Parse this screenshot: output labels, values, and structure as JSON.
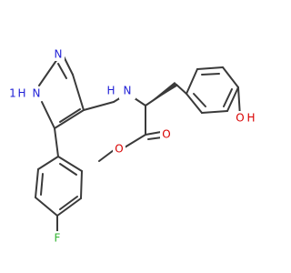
{
  "diagram": {
    "type": "chemical-structure",
    "colors": {
      "bond": "#3a3a3a",
      "nitrogen": "#1f1fd6",
      "oxygen": "#d90000",
      "fluorine": "#33b533",
      "hydrogen_on_hetero": "#1f1fd6"
    },
    "labels": {
      "pyrazole_n_top": "N",
      "pyrazole_nh": "N",
      "pyrazole_nh_h": "H",
      "pyrazole_nh_num": "1",
      "amine_n": "N",
      "amine_h": "H",
      "ester_carbonyl_o": "O",
      "ester_o": "O",
      "phenol_o": "O",
      "phenol_h": "H",
      "fluorine": "F"
    }
  }
}
